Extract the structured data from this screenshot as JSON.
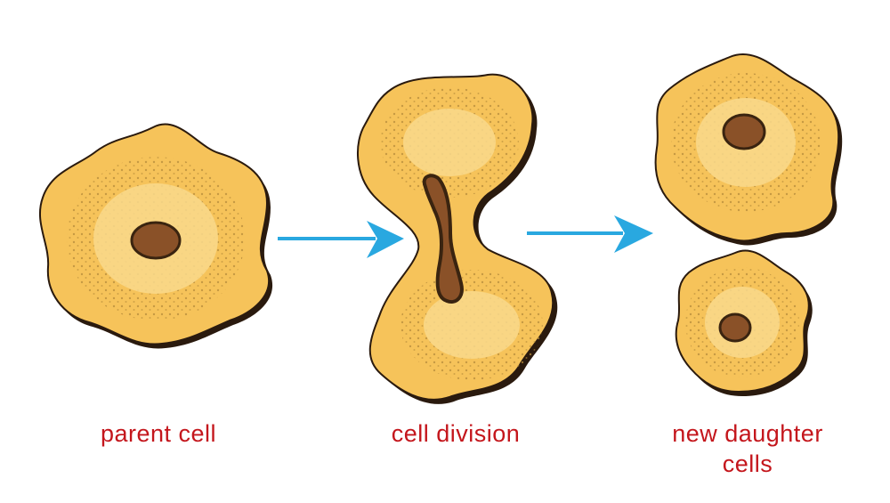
{
  "labels": {
    "parent": "parent cell",
    "division": "cell division",
    "daughter_line1": "new daughter",
    "daughter_line2": "cells"
  },
  "colors": {
    "label": "#c4161c",
    "arrow": "#29a8e0",
    "cytoplasm": "#f6c35a",
    "inner_plasm": "#f9d98c",
    "membrane": "#2a1a0e",
    "nucleus": "#8a5128",
    "nucleus_rim": "#3a2410",
    "granule": "#b58a3a"
  }
}
